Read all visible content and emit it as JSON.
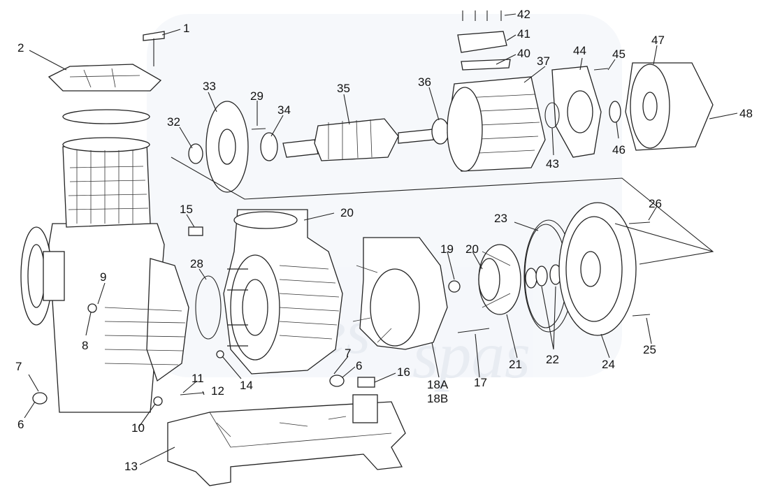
{
  "watermark": {
    "text_left": "es",
    "text_right": "spas"
  },
  "labels": [
    "1",
    "2",
    "6",
    "6",
    "7",
    "7",
    "8",
    "9",
    "10",
    "11",
    "12",
    "13",
    "14",
    "15",
    "16",
    "17",
    "18A",
    "18B",
    "19",
    "20",
    "20",
    "21",
    "22",
    "23",
    "24",
    "25",
    "26",
    "28",
    "29",
    "32",
    "33",
    "34",
    "35",
    "36",
    "37",
    "40",
    "41",
    "42",
    "43",
    "44",
    "45",
    "46",
    "47",
    "48"
  ]
}
